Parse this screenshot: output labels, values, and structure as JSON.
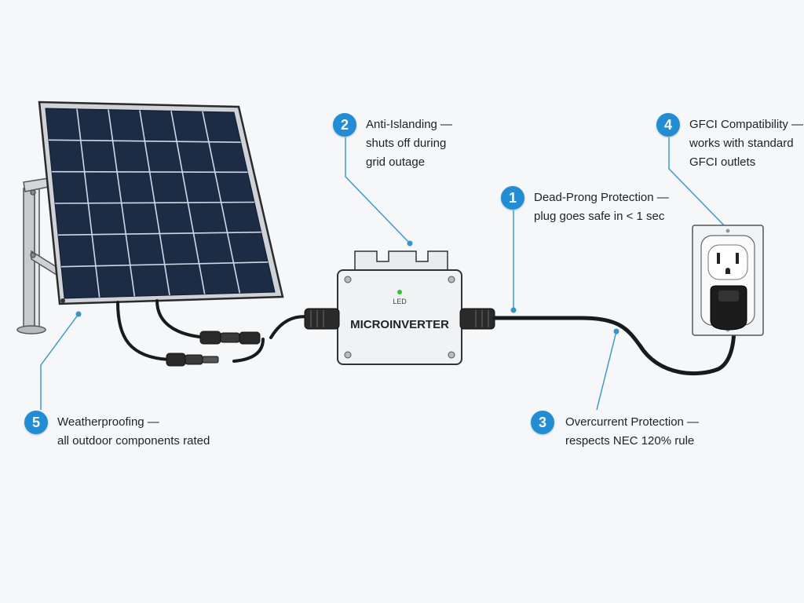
{
  "device": {
    "inverter_label": "MICROINVERTER",
    "led_label": "LED"
  },
  "colors": {
    "badge": "#1f8ed6",
    "leader_line": "#2f95d6",
    "panel_cell": "#1b2d4a",
    "cable": "#1a1a1a",
    "led": "#35c23a"
  },
  "callouts": [
    {
      "number": "1",
      "title": "Dead-Prong Protection —",
      "detail": "plug goes safe in < 1 sec"
    },
    {
      "number": "2",
      "title": "Anti-Islanding —",
      "detail": "shuts off during",
      "detail2": "grid outage"
    },
    {
      "number": "3",
      "title": "Overcurrent Protection —",
      "detail": "respects NEC 120% rule"
    },
    {
      "number": "4",
      "title": "GFCI Compatibility —",
      "detail": "works with standard",
      "detail2": "GFCI outlets"
    },
    {
      "number": "5",
      "title": "Weatherproofing —",
      "detail": "all outdoor components rated"
    }
  ]
}
